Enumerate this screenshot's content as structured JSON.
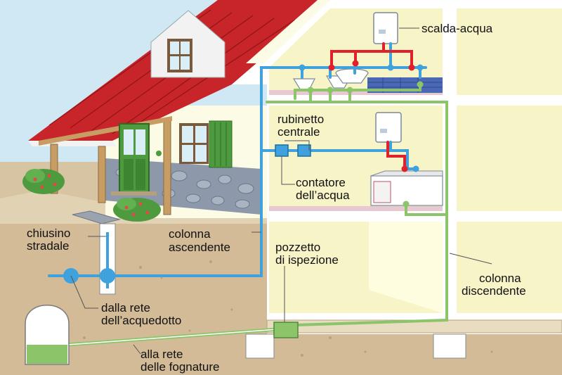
{
  "labels": {
    "water_heater": "scalda-acqua",
    "central_tap_1": "rubinetto",
    "central_tap_2": "centrale",
    "water_meter_1": "contatore",
    "water_meter_2": "dell’acqua",
    "street_manhole_1": "chiusino",
    "street_manhole_2": "stradale",
    "rising_column_1": "colonna",
    "rising_column_2": "ascendente",
    "inspection_well_1": "pozzetto",
    "inspection_well_2": "di ispezione",
    "descending_column_1": "colonna",
    "descending_column_2": "discendente",
    "from_aqueduct_1": "dalla rete",
    "from_aqueduct_2": "dell’acquedotto",
    "to_sewer_1": "alla rete",
    "to_sewer_2": "delle fognature"
  },
  "colors": {
    "sky": "#cfe8f3",
    "ground": "#cfb896",
    "underground": "#dccbb0",
    "roof": "#c8252a",
    "wall_house": "#fbfbe6",
    "wall_section": "#f7f4c8",
    "cold_water_pipe": "#3fa2dc",
    "hot_water_pipe": "#e0202a",
    "drain_pipe": "#8cc46a",
    "door_green": "#4e9a3e"
  }
}
